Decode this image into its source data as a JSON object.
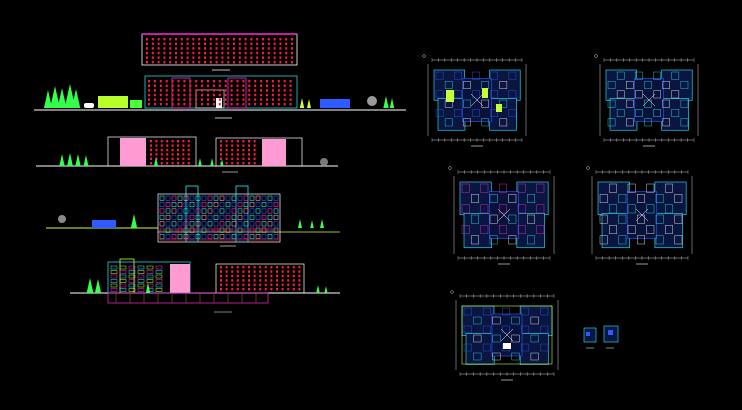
{
  "canvas": {
    "background": "#000000"
  },
  "colors": {
    "red": "#ff1a3a",
    "magenta": "#ff2bd6",
    "pink": "#ff9ad2",
    "cyan": "#27f0ff",
    "blue": "#2d5bff",
    "white": "#ffffff",
    "yellowgreen": "#c8ff3a",
    "green": "#34ff4d",
    "gray": "#8a8a8a",
    "brown": "#9d5b2c"
  },
  "drawings": {
    "elevations": [
      "elevation-1",
      "elevation-2",
      "elevation-3",
      "section-1",
      "section-2"
    ],
    "floor_plans": [
      "floor-plan-1",
      "floor-plan-2",
      "floor-plan-3",
      "floor-plan-4",
      "floor-plan-5",
      "detail-plan"
    ]
  }
}
